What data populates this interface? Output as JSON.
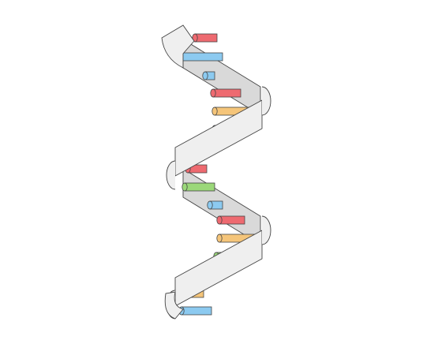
{
  "diagram": {
    "subject": "dna-helix",
    "colors": {
      "ribbon_front": "#efefef",
      "ribbon_back": "#d9d9d9",
      "outline": "#444444",
      "base_red": "#ee6a70",
      "base_blue": "#8ccaf0",
      "base_orange": "#f5c57a",
      "base_green": "#9bd87a"
    },
    "base_pairs": [
      {
        "color": "base_red"
      },
      {
        "color": "base_blue"
      },
      {
        "color": "base_blue"
      },
      {
        "color": "base_red"
      },
      {
        "color": "base_orange"
      },
      {
        "color": "base_blue"
      },
      {
        "color": "base_red"
      },
      {
        "color": "base_green"
      },
      {
        "color": "base_blue"
      },
      {
        "color": "base_red"
      },
      {
        "color": "base_orange"
      },
      {
        "color": "base_green"
      },
      {
        "color": "base_orange"
      },
      {
        "color": "base_blue"
      }
    ]
  }
}
